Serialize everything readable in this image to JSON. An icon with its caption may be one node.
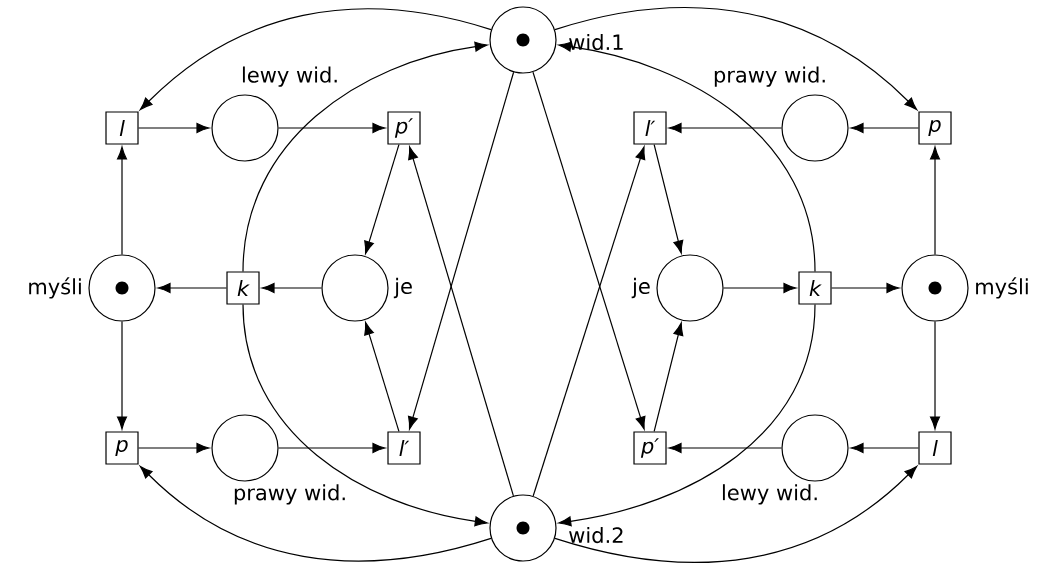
{
  "diagram": {
    "nodes": [
      {
        "text": [],
        "shape": "circle",
        "beside": [
          "wid.1"
        ]
      },
      {
        "text": [
          "l"
        ]
      },
      {
        "text": [],
        "shape": "circle",
        "beside": [
          "lewy wid."
        ]
      },
      {
        "text": [
          "p′"
        ]
      },
      {
        "text": [
          "l′"
        ]
      },
      {
        "text": [],
        "shape": "circle",
        "beside": [
          "prawy wid."
        ]
      },
      {
        "text": [
          "p"
        ]
      },
      {
        "text": [],
        "shape": "circle",
        "beside": [
          "myśli"
        ]
      },
      {
        "text": [
          "k"
        ]
      },
      {
        "text": [],
        "shape": "circle",
        "beside": [
          "je"
        ]
      },
      {
        "text": [],
        "shape": "circle",
        "beside": [
          "je"
        ]
      },
      {
        "text": [
          "k"
        ]
      },
      {
        "text": [],
        "shape": "circle",
        "beside": [
          "myśli"
        ]
      },
      {
        "text": [
          "p"
        ]
      },
      {
        "text": [],
        "shape": "circle",
        "beside": [
          "prawy wid."
        ]
      },
      {
        "text": [
          "l′"
        ]
      },
      {
        "text": [
          "p′"
        ]
      },
      {
        "text": [],
        "shape": "circle",
        "beside": [
          "lewy wid."
        ]
      },
      {
        "text": [
          "l"
        ]
      },
      {
        "text": [],
        "shape": "circle",
        "beside": [
          "wid.2"
        ]
      }
    ],
    "edges": [
      {
        "from": 0,
        "to": 1,
        "arrow": "to"
      },
      {
        "from": 1,
        "to": 2,
        "arrow": "to"
      },
      {
        "from": 2,
        "to": 3,
        "arrow": "to"
      },
      {
        "from": 7,
        "to": 1,
        "arrow": "to"
      },
      {
        "from": 7,
        "to": 13,
        "arrow": "to"
      },
      {
        "from": 13,
        "to": 14,
        "arrow": "to"
      },
      {
        "from": 14,
        "to": 15,
        "arrow": "to"
      },
      {
        "from": 3,
        "to": 9,
        "arrow": "to"
      },
      {
        "from": 15,
        "to": 9,
        "arrow": "to"
      },
      {
        "from": 9,
        "to": 8,
        "arrow": "to"
      },
      {
        "from": 8,
        "to": 7,
        "arrow": "to"
      },
      {
        "from": 8,
        "to": 0,
        "arrow": "to"
      },
      {
        "from": 8,
        "to": 19,
        "arrow": "to"
      },
      {
        "from": 19,
        "to": 13,
        "arrow": "to"
      },
      {
        "from": 0,
        "to": 15,
        "arrow": "to"
      },
      {
        "from": 19,
        "to": 3,
        "arrow": "to"
      },
      {
        "from": 0,
        "to": 16,
        "arrow": "to"
      },
      {
        "from": 19,
        "to": 4,
        "arrow": "to"
      },
      {
        "from": 0,
        "to": 6,
        "arrow": "to"
      },
      {
        "from": 11,
        "to": 0,
        "arrow": "to"
      },
      {
        "from": 11,
        "to": 19,
        "arrow": "to"
      },
      {
        "from": 19,
        "to": 18,
        "arrow": "to"
      },
      {
        "from": 6,
        "to": 5,
        "arrow": "to"
      },
      {
        "from": 5,
        "to": 4,
        "arrow": "to"
      },
      {
        "from": 12,
        "to": 6,
        "arrow": "to"
      },
      {
        "from": 12,
        "to": 18,
        "arrow": "to"
      },
      {
        "from": 18,
        "to": 17,
        "arrow": "to"
      },
      {
        "from": 17,
        "to": 16,
        "arrow": "to"
      },
      {
        "from": 4,
        "to": 10,
        "arrow": "to"
      },
      {
        "from": 16,
        "to": 10,
        "arrow": "to"
      },
      {
        "from": 10,
        "to": 11,
        "arrow": "to"
      },
      {
        "from": 11,
        "to": 12,
        "arrow": "to"
      }
    ]
  }
}
